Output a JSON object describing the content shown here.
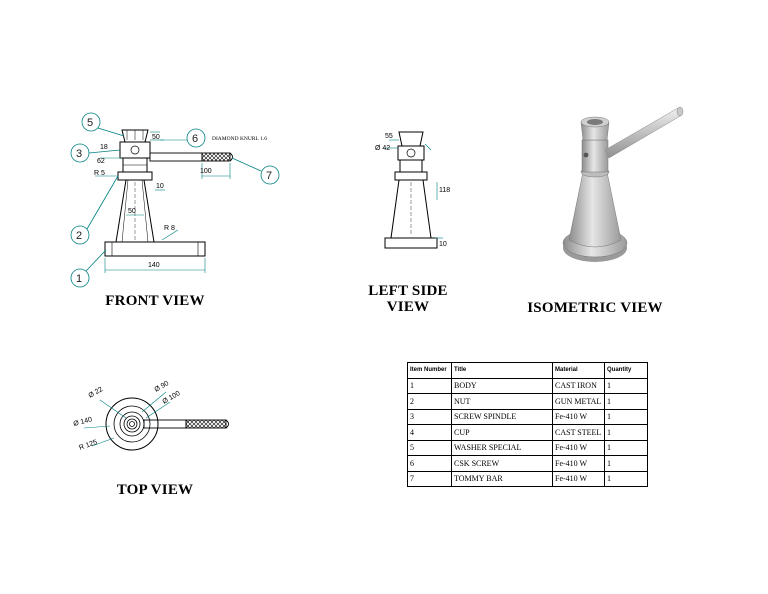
{
  "views": {
    "front": "FRONT VIEW",
    "left_line1": "LEFT SIDE",
    "left_line2": "VIEW",
    "isometric": "ISOMETRIC VIEW",
    "top": "TOP VIEW"
  },
  "front_dims": {
    "knurl_note": "DIAMOND KNURL 1.6",
    "d_100": "100",
    "d_140": "140",
    "d_62": "62",
    "d_r5": "R 5",
    "d_10": "10",
    "d_50": "50",
    "d_r8": "R 8",
    "d_top": "50",
    "d_18": "18"
  },
  "balloons": [
    "1",
    "2",
    "3",
    "5",
    "6",
    "7"
  ],
  "left_dims": {
    "d55": "55",
    "d42": "Ø 42",
    "d118": "118",
    "d10": "10"
  },
  "top_dims": {
    "d22": "Ø 22",
    "d90": "Ø 90",
    "d100": "Ø 100",
    "d140": "Ø 140",
    "r125": "R 125"
  },
  "bom": {
    "headers": [
      "Item Number",
      "Title",
      "Material",
      "Quantity"
    ],
    "rows": [
      [
        "1",
        "BODY",
        "CAST IRON",
        "1"
      ],
      [
        "2",
        "NUT",
        "GUN METAL",
        "1"
      ],
      [
        "3",
        "SCREW SPINDLE",
        "Fe-410 W",
        "1"
      ],
      [
        "4",
        "CUP",
        "CAST STEEL",
        "1"
      ],
      [
        "5",
        "WASHER SPECIAL",
        "Fe-410 W",
        "1"
      ],
      [
        "6",
        "CSK SCREW",
        "Fe-410 W",
        "1"
      ],
      [
        "7",
        "TOMMY BAR",
        "Fe-410 W",
        "1"
      ]
    ]
  },
  "colors": {
    "line": "#000000",
    "dim": "#008080",
    "metal_light": "#e6e6e6",
    "metal_dark": "#8c8c8c"
  }
}
